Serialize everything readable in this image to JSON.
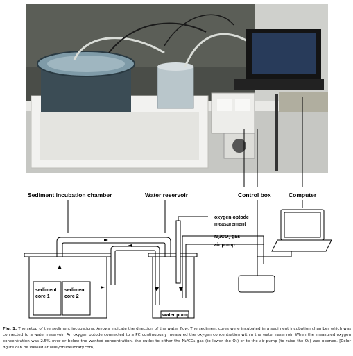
{
  "photo_labels": {
    "sediment_chamber": "Sediment incubation chamber",
    "water_reservoir": "Water reservoir",
    "control_box": "Control box",
    "computer": "Computer"
  },
  "diagram": {
    "oxygen_optode": "oxygen optode",
    "measurement": "measurement",
    "n2co2_prefix": "N",
    "n2co2_sub": "2",
    "n2co2_suffix": "/CO",
    "n2co2_sub2": "2",
    "n2co2_gas": " gas",
    "air_pump": "air pump",
    "sediment": "sediment",
    "core1": "core 1",
    "core2": "core 2",
    "water_pump": "water pump"
  },
  "caption": {
    "fig_label": "Fig. 1.",
    "text": "The setup of the sediment incubations. Arrows indicate the direction of the water flow. The sediment cores were incubated in a sediment incubation chamber which was connected to a water reservoir. An oxygen optode connected to a PC continuously measured the oxygen concentration within the water reservoir. When the measured oxygen concentration was 2.5% over or below the wanted concentration, the outlet to either the N₂/CO₂ gas (to lower the O₂) or to the air pump (to raise the O₂) was opened. [Color figure can be viewed at wileyonlinelibrary.com]"
  }
}
